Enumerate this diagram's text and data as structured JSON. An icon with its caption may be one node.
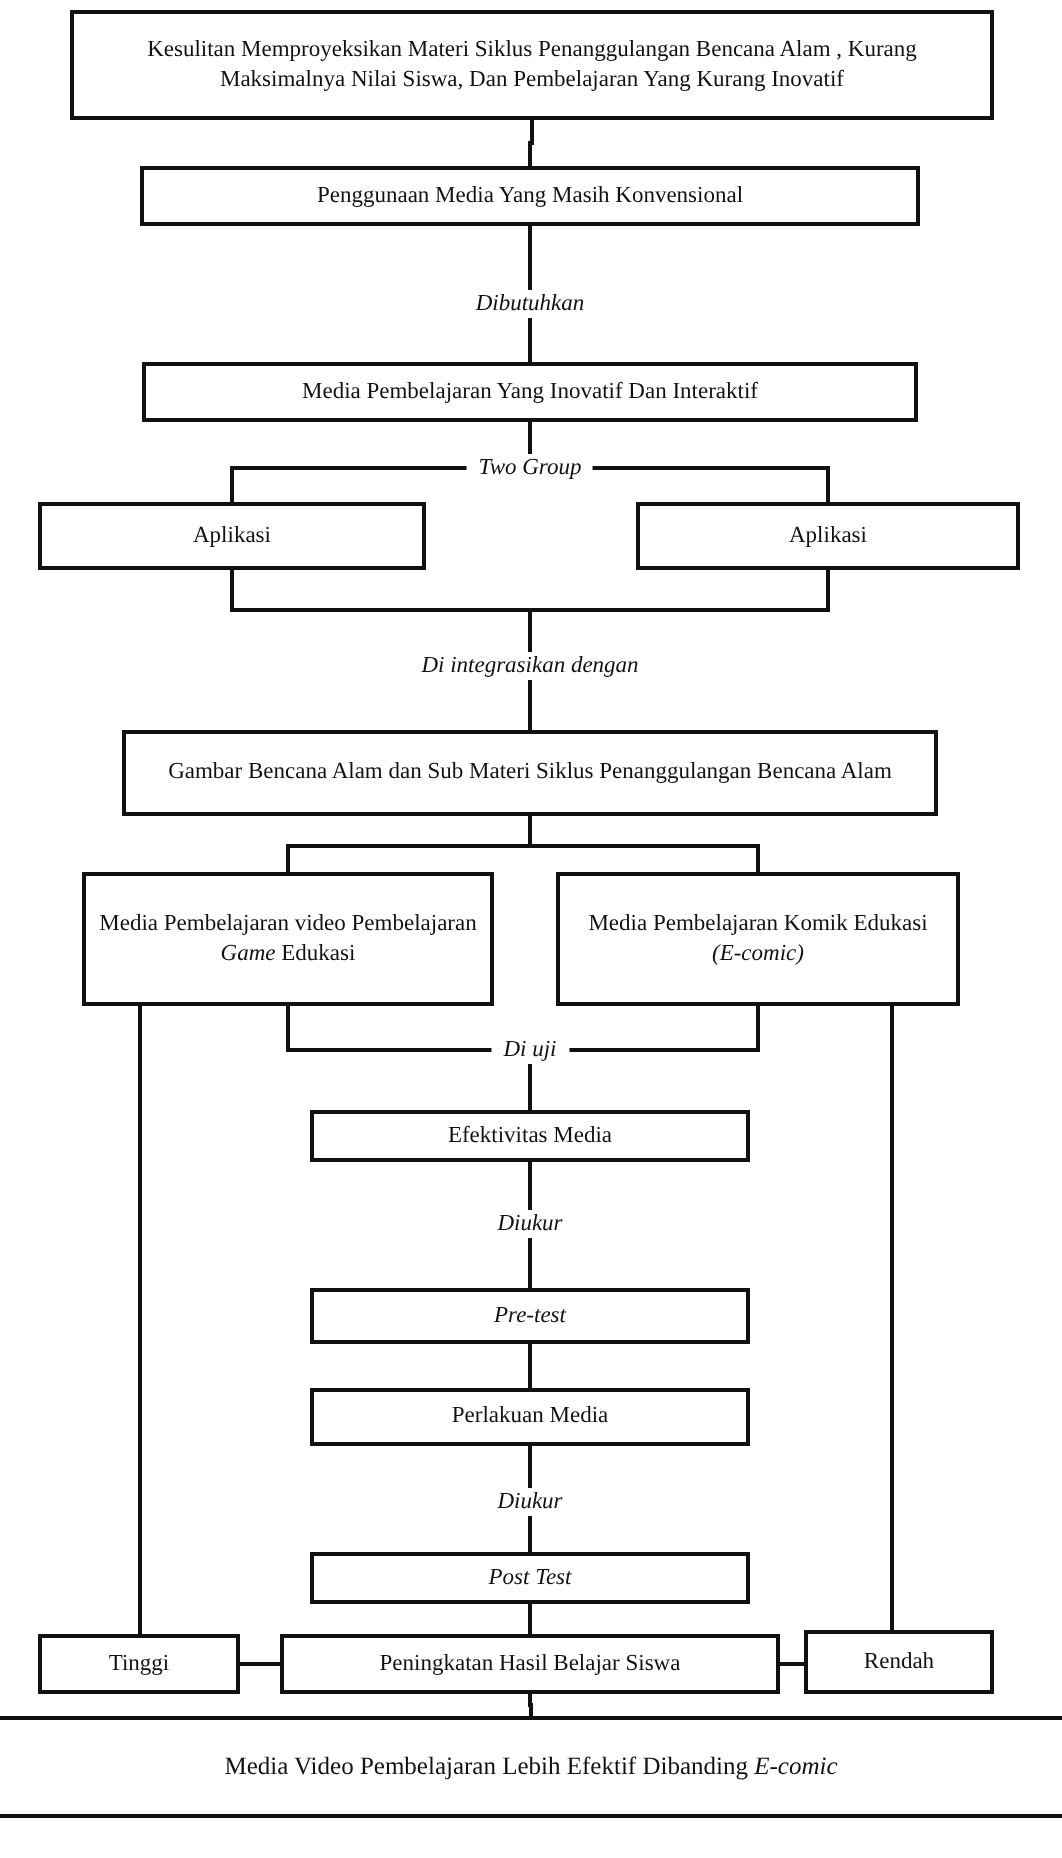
{
  "diagram": {
    "nodes": [
      {
        "text": [
          "Kesulitan Memproyeksikan Materi Siklus Penanggulangan Bencana Alam , Kurang Maksimalnya Nilai Siswa, Dan Pembelajaran Yang Kurang Inovatif"
        ]
      },
      {
        "text": [
          "Penggunaan Media Yang Masih Konvensional"
        ]
      },
      {
        "text": [
          "Media Pembelajaran Yang Inovatif Dan Interaktif"
        ]
      },
      {
        "text": [
          "Aplikasi"
        ]
      },
      {
        "text": [
          "Aplikasi"
        ]
      },
      {
        "text": [
          "Gambar Bencana Alam dan Sub Materi Siklus Penanggulangan Bencana Alam"
        ]
      },
      {
        "text": [
          "Media Pembelajaran video Pembelajaran *Game* Edukasi"
        ]
      },
      {
        "text": [
          "Media Pembelajaran Komik Edukasi *(E-comic)*"
        ]
      },
      {
        "text": [
          "Efektivitas Media"
        ]
      },
      {
        "text": [
          "Pre-test"
        ]
      },
      {
        "text": [
          "Perlakuan Media"
        ]
      },
      {
        "text": [
          "Post Test"
        ]
      },
      {
        "text": [
          "Tinggi"
        ]
      },
      {
        "text": [
          "Peningkatan Hasil Belajar Siswa"
        ]
      },
      {
        "text": [
          "Rendah"
        ]
      },
      {
        "text": [
          "Media Video Pembelajaran Lebih Efektif Dibanding *E-comic*"
        ]
      }
    ],
    "edges": [
      {
        "from": 0,
        "to": 1,
        "arrow": "none"
      },
      {
        "from": 1,
        "to": 2,
        "arrow": "none",
        "label": "Dibutuhkan"
      },
      {
        "from": 2,
        "to": 3,
        "arrow": "none",
        "label": "Two Group"
      },
      {
        "from": 2,
        "to": 4,
        "arrow": "none"
      },
      {
        "from": 3,
        "to": 5,
        "arrow": "none",
        "label": "Di integrasikan dengan"
      },
      {
        "from": 4,
        "to": 5,
        "arrow": "none"
      },
      {
        "from": 5,
        "to": 6,
        "arrow": "none"
      },
      {
        "from": 5,
        "to": 7,
        "arrow": "none"
      },
      {
        "from": 6,
        "to": 8,
        "arrow": "none",
        "label": "Di uji"
      },
      {
        "from": 7,
        "to": 8,
        "arrow": "none"
      },
      {
        "from": 8,
        "to": 9,
        "arrow": "none",
        "label": "Diukur"
      },
      {
        "from": 9,
        "to": 10,
        "arrow": "none"
      },
      {
        "from": 10,
        "to": 11,
        "arrow": "none",
        "label": "Diukur"
      },
      {
        "from": 11,
        "to": 13,
        "arrow": "none"
      },
      {
        "from": 6,
        "to": 12,
        "arrow": "none"
      },
      {
        "from": 7,
        "to": 14,
        "arrow": "none"
      },
      {
        "from": 12,
        "to": 13,
        "arrow": "none"
      },
      {
        "from": 13,
        "to": 14,
        "arrow": "none"
      },
      {
        "from": 13,
        "to": 15,
        "arrow": "none"
      }
    ]
  }
}
